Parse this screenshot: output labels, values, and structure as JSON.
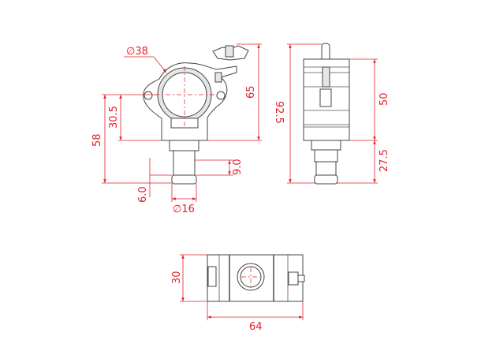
{
  "colors": {
    "dimension": "#e0202a",
    "outline": "#444444"
  },
  "front_view": {
    "tube_diameter": "∅38",
    "height_total": "65",
    "height_center_to_bottom": "58",
    "height_center_to_body": "30.5",
    "spigot_step": "9.0",
    "spigot_end": "6.0",
    "spigot_diameter": "∅16"
  },
  "side_view": {
    "height_overall": "92.5",
    "body_height": "50",
    "spigot_length": "27.5"
  },
  "top_view": {
    "depth": "30",
    "width": "64"
  }
}
